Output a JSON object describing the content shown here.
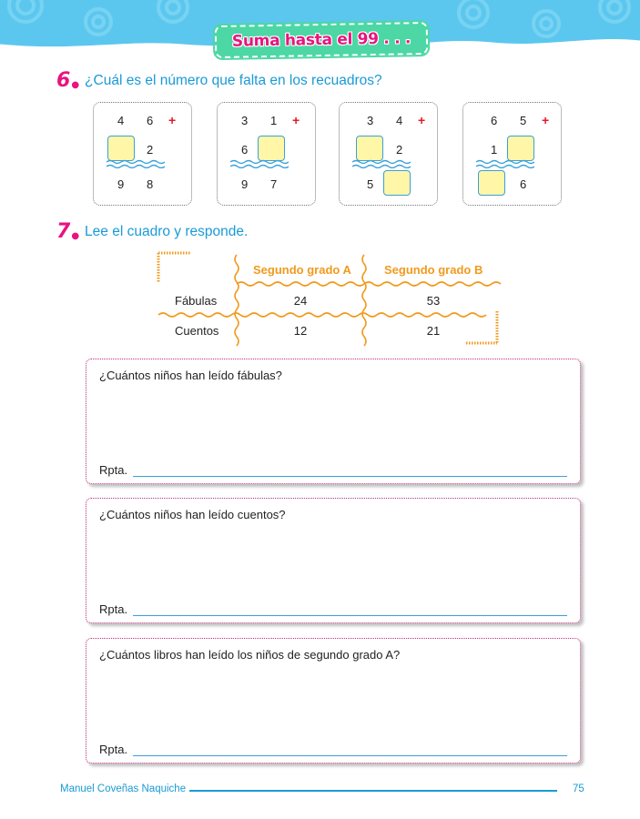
{
  "header": {
    "title": "Suma hasta el 99 . . .",
    "band_color": "#5cc7ee",
    "badge_color": "#4cd7a5",
    "title_color": "#e8147f"
  },
  "section6": {
    "number": "6",
    "text": "¿Cuál es el número que falta en los recuadros?"
  },
  "additions": [
    {
      "top": [
        "4",
        "6"
      ],
      "mid": [
        "",
        "2"
      ],
      "bottom": [
        "9",
        "8"
      ],
      "op": "+"
    },
    {
      "top": [
        "3",
        "1"
      ],
      "mid": [
        "6",
        ""
      ],
      "bottom": [
        "9",
        "7"
      ],
      "op": "+"
    },
    {
      "top": [
        "3",
        "4"
      ],
      "mid": [
        "",
        "2"
      ],
      "bottom": [
        "5",
        ""
      ],
      "op": "+"
    },
    {
      "top": [
        "6",
        "5"
      ],
      "mid": [
        "1",
        ""
      ],
      "bottom": [
        "",
        "6"
      ],
      "op": "+"
    }
  ],
  "section7": {
    "number": "7",
    "text": "Lee el cuadro y responde."
  },
  "table": {
    "columns": [
      "Segundo grado A",
      "Segundo grado B"
    ],
    "rows": [
      {
        "label": "Fábulas",
        "values": [
          "24",
          "53"
        ]
      },
      {
        "label": "Cuentos",
        "values": [
          "12",
          "21"
        ]
      }
    ]
  },
  "questions": [
    {
      "text": "¿Cuántos niños han leído fábulas?",
      "answer_label": "Rpta."
    },
    {
      "text": "¿Cuántos niños han leído cuentos?",
      "answer_label": "Rpta."
    },
    {
      "text": "¿Cuántos libros han leído los niños de segundo grado A?",
      "answer_label": "Rpta."
    }
  ],
  "footer": {
    "author": "Manuel Coveñas Naquiche",
    "page": "75"
  }
}
